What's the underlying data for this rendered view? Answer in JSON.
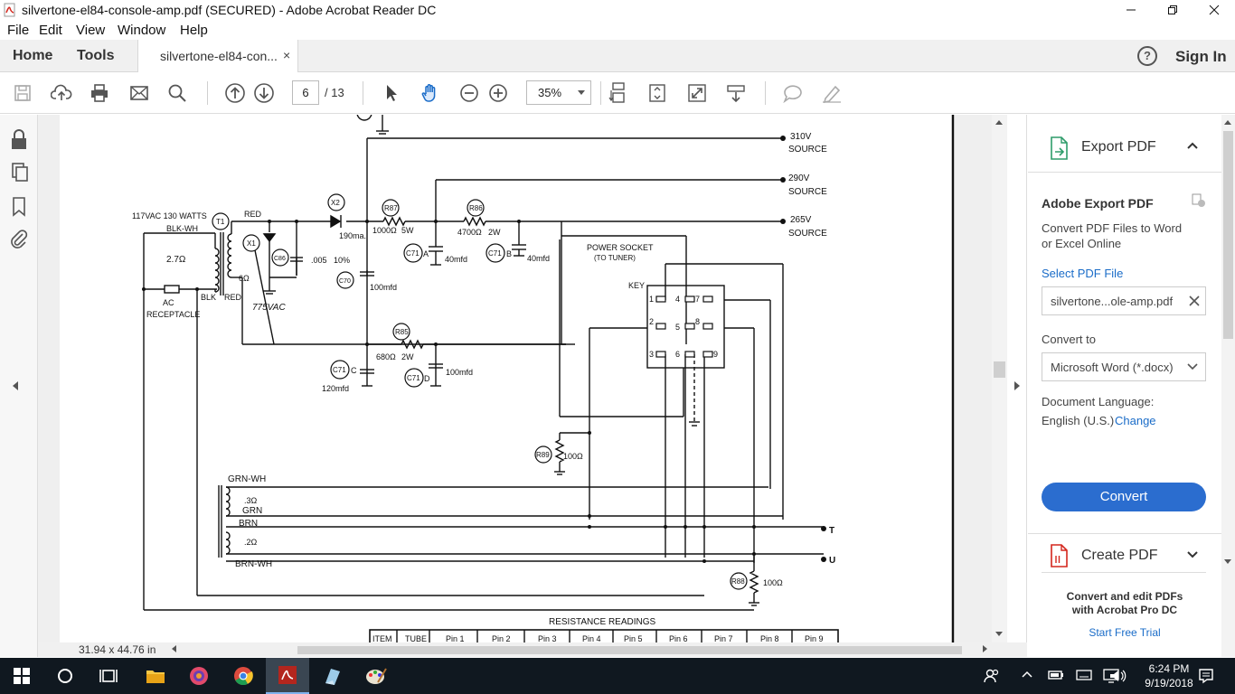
{
  "window": {
    "title": "silvertone-el84-console-amp.pdf (SECURED) - Adobe Acrobat Reader DC",
    "minimize": "—",
    "restore": "❐",
    "close": "✕"
  },
  "menu": [
    "File",
    "Edit",
    "View",
    "Window",
    "Help"
  ],
  "tabs": {
    "home": "Home",
    "tools": "Tools",
    "document": "silvertone-el84-con...",
    "close": "×",
    "help": "?",
    "sign_in": "Sign In"
  },
  "toolbar": {
    "page_current": "6",
    "page_total": "/ 13",
    "zoom": "35%"
  },
  "schematic": {
    "labels": {
      "v310": "310V",
      "v290": "290V",
      "v265": "265V",
      "source": "SOURCE",
      "mains": "117VAC  130 WATTS",
      "t1": "T1",
      "blkwh": "BLK-WH",
      "red": "RED",
      "x1": "X1",
      "x2": "X2",
      "c86": "C86",
      "cap005": ".005",
      "pct10": "10%",
      "ma190": "190ma.",
      "r87": "R87",
      "r87v": "1000Ω",
      "w5": "5W",
      "r86": "R86",
      "r86v": "4700Ω",
      "w2": "2W",
      "c71a": "C71",
      "a": "A",
      "mfd40": "40mfd",
      "c71b": "C71",
      "b": "B",
      "mfd40b": "40mfd",
      "r27": "2.7Ω",
      "blk": "BLK",
      "red2": "RED",
      "ohm6": "6Ω",
      "vac775": "775VAC",
      "ac": "AC",
      "receptacle": "RECEPTACLE",
      "c70": "C70",
      "mfd100": "100mfd",
      "power_socket": "POWER SOCKET",
      "to_tuner": "(TO TUNER)",
      "key": "KEY",
      "p1": "1",
      "p2": "2",
      "p3": "3",
      "p4": "4",
      "p5": "5",
      "p6": "6",
      "p7": "7",
      "p8": "8",
      "p9": "9",
      "r85": "R85",
      "r85v": "680Ω",
      "w2b": "2W",
      "c71c": "C71",
      "c": "C",
      "mfd120": "120mfd",
      "c71d": "C71",
      "d": "D",
      "mfd100b": "100mfd",
      "r89": "R89",
      "ohm100": "100Ω",
      "grnwh": "GRN-WH",
      "ohm3": ".3Ω",
      "grn": "GRN",
      "brn": "BRN",
      "ohm2": ".2Ω",
      "brnwh": "BRN-WH",
      "t": "T",
      "u": "U",
      "r88": "R88",
      "ohm100b": "100Ω",
      "resistance_readings": "RESISTANCE READINGS"
    },
    "table_headers": [
      "ITEM",
      "TUBE",
      "Pin 1",
      "Pin 2",
      "Pin 3",
      "Pin 4",
      "Pin 5",
      "Pin 6",
      "Pin 7",
      "Pin 8",
      "Pin 9"
    ]
  },
  "status": {
    "page_size": "31.94 x 44.76 in"
  },
  "right_panel": {
    "export_title": "Export PDF",
    "adobe_export": "Adobe Export PDF",
    "desc_line1": "Convert PDF Files to Word",
    "desc_line2": "or Excel Online",
    "select_file": "Select PDF File",
    "file_name": "silvertone...ole-amp.pdf",
    "convert_to": "Convert to",
    "format": "Microsoft Word (*.docx)",
    "doc_language": "Document Language:",
    "language": "English (U.S.)",
    "change": "Change",
    "convert": "Convert",
    "create_pdf": "Create PDF",
    "promo_line1": "Convert and edit PDFs",
    "promo_line2": "with Acrobat Pro DC",
    "trial": "Start Free Trial"
  },
  "taskbar": {
    "time": "6:24 PM",
    "date": "9/19/2018"
  },
  "colors": {
    "accent": "#2b6dcf",
    "link": "#1a6cc8",
    "acrobat_red": "#d4261d",
    "taskbar": "#101820"
  }
}
